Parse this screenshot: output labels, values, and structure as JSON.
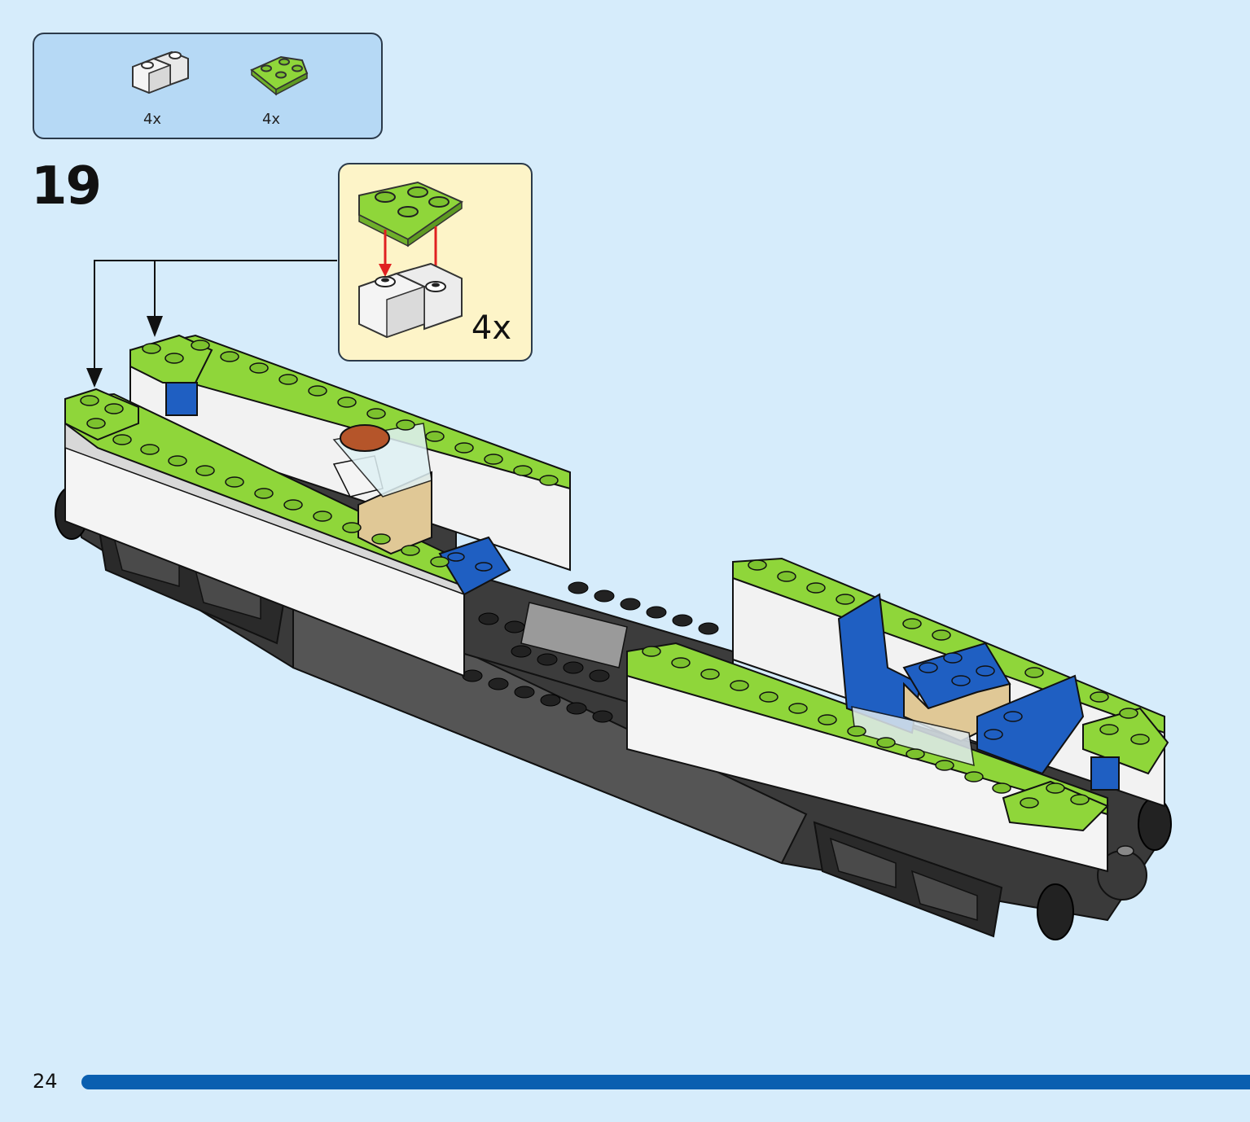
{
  "parts_list": [
    {
      "icon": "white-corner-brick-icon",
      "quantity": "4x"
    },
    {
      "icon": "green-wedge-plate-icon",
      "quantity": "4x"
    }
  ],
  "step": {
    "number": "19"
  },
  "callout": {
    "multiplier": "4x"
  },
  "page": {
    "number": "24"
  },
  "colors": {
    "background": "#d6ecfb",
    "parts_box": "#b6d9f5",
    "callout": "#fdf4c8",
    "lime": "#8fd63a",
    "white": "#f4f4f4",
    "dark_gray": "#3c3c3c",
    "blue": "#1f5fc2",
    "tan": "#e0c896",
    "page_bar": "#0a5fb0"
  }
}
